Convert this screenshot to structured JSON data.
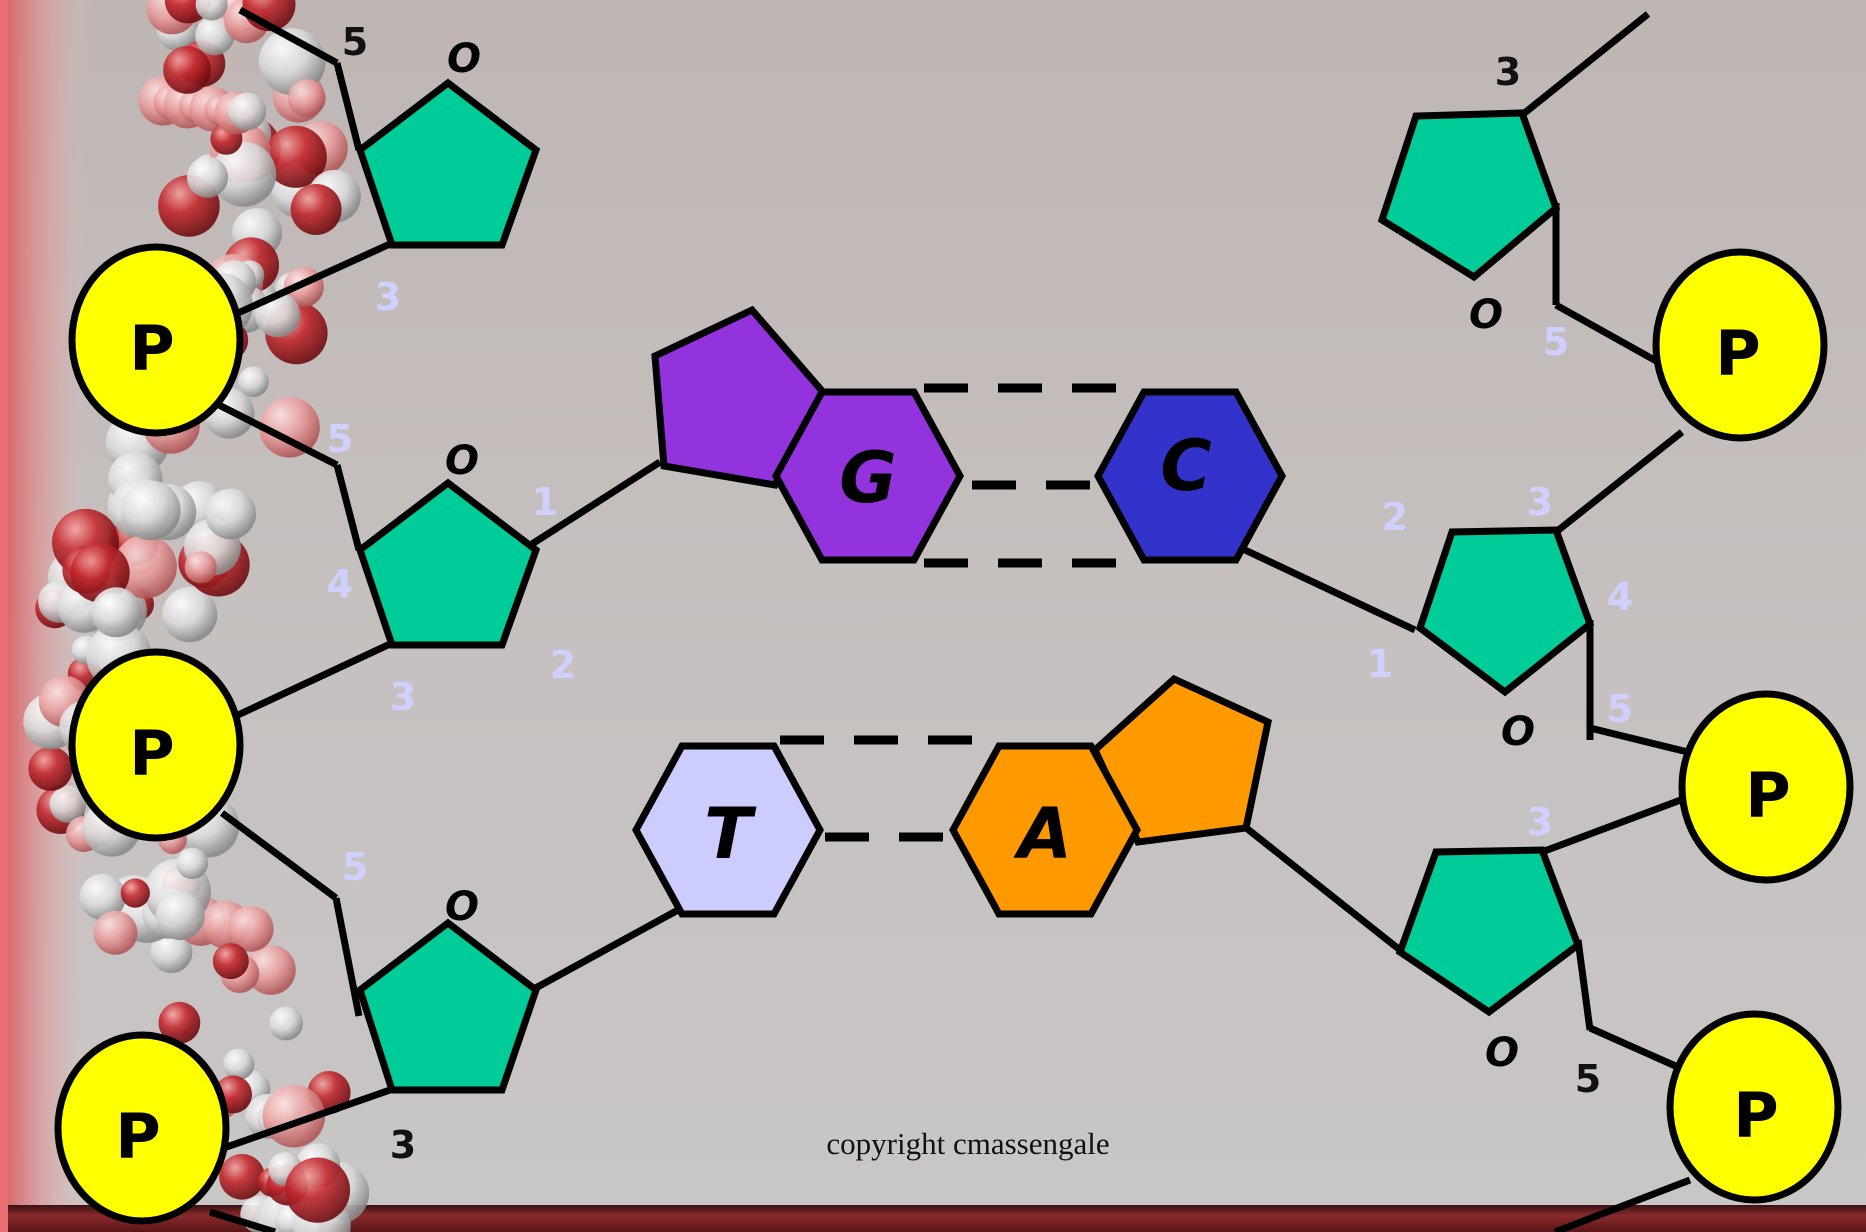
{
  "labels": {
    "phosphate": "P",
    "oxygen": "O",
    "n1": "1",
    "n2": "2",
    "n3": "3",
    "n4": "4",
    "n5": "5"
  },
  "bases": {
    "guanine": "G",
    "cytosine": "C",
    "thymine": "T",
    "adenine": "A"
  },
  "copyright": "copyright cmassengale",
  "colors": {
    "sugar": "#00cc99",
    "phosphate": "#ffff00",
    "guanine": "#9333dd",
    "cytosine": "#3333cc",
    "thymine": "#ccccff",
    "adenine": "#ff9900",
    "number_label_light": "#d0d0ff",
    "number_label_dark": "#111111"
  }
}
